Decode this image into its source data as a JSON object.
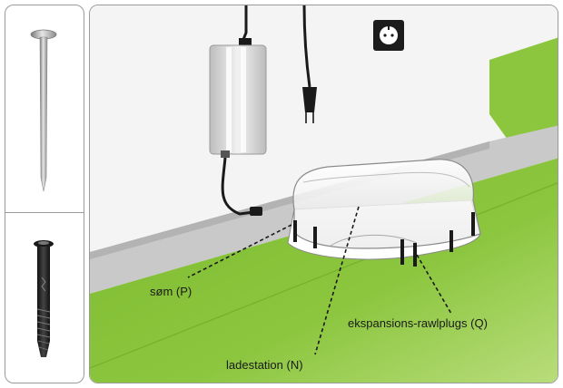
{
  "labels": {
    "nail": "søm (P)",
    "rawlplugs": "ekspansions-rawlplugs (Q)",
    "station": "ladestation (N)"
  },
  "colors": {
    "lawn": "#8cc63f",
    "lawn_dark": "#6fae2a",
    "wall": "#f4f4f4",
    "sidewalk": "#c9c9c9",
    "border": "#9a9a9a"
  },
  "icons": [
    "nail-icon",
    "rawlplug-icon",
    "power-adapter-icon",
    "plug-icon",
    "wall-socket-icon",
    "charging-station-icon"
  ]
}
